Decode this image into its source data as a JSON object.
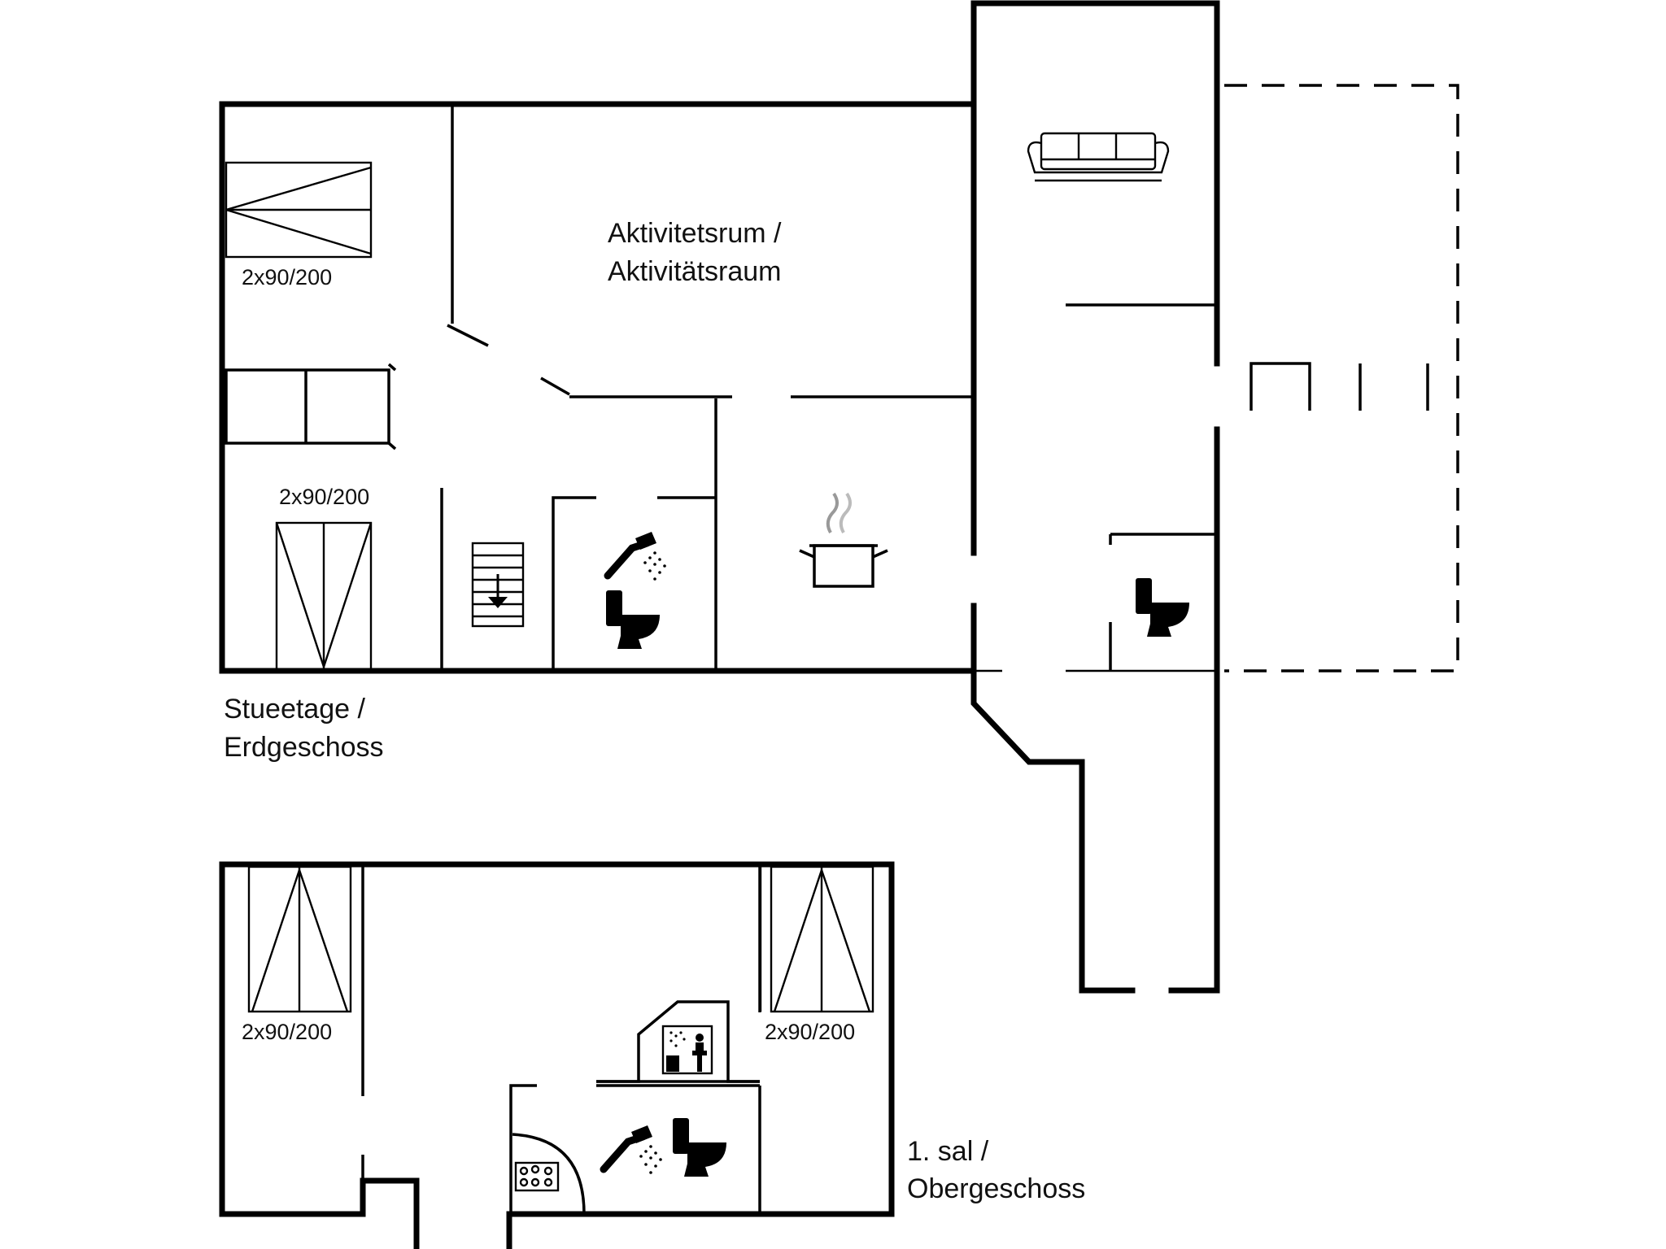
{
  "floors": {
    "ground": {
      "label_line1": "Stueetage /",
      "label_line2": "Erdgeschoss"
    },
    "upper": {
      "label_line1": "1. sal /",
      "label_line2": "Obergeschoss"
    }
  },
  "rooms": {
    "activity": {
      "line1": "Aktivitetsrum /",
      "line2": "Aktivitätsraum"
    }
  },
  "beds": {
    "ground_top": "2x90/200",
    "ground_bottom": "2x90/200",
    "upper_left": "2x90/200",
    "upper_right": "2x90/200"
  },
  "icons": [
    "sofa-icon",
    "stairs-down-icon",
    "shower-icon",
    "toilet-icon",
    "cooking-pot-icon",
    "sauna-icon",
    "whirlpool-icon"
  ]
}
